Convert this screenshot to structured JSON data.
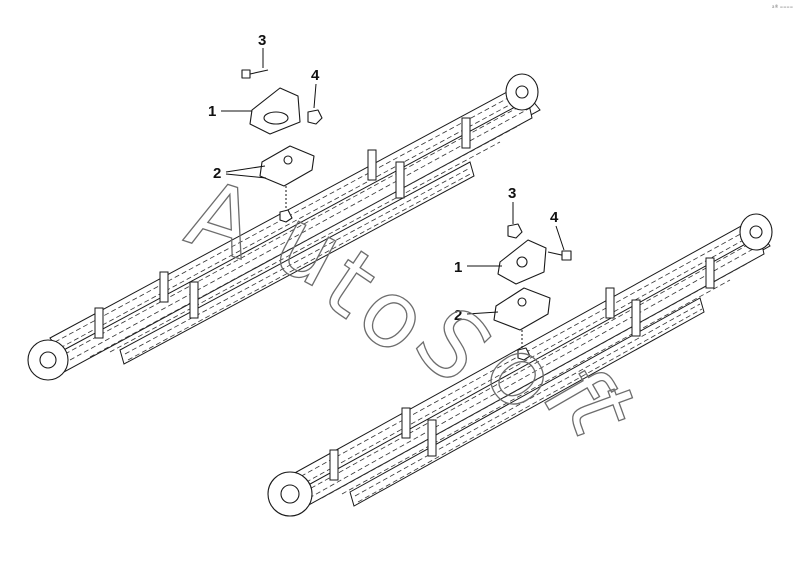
{
  "diagram": {
    "corner_note": "a® ====",
    "watermark": {
      "letters": [
        "A",
        "u",
        "t",
        "o",
        "S",
        "o",
        "f",
        "t"
      ]
    },
    "assemblies": [
      {
        "id": "upper-left",
        "callouts": [
          {
            "label": "1"
          },
          {
            "label": "2"
          },
          {
            "label": "3"
          },
          {
            "label": "4"
          }
        ]
      },
      {
        "id": "lower-right",
        "callouts": [
          {
            "label": "1"
          },
          {
            "label": "2"
          },
          {
            "label": "3"
          },
          {
            "label": "4"
          }
        ]
      }
    ]
  }
}
